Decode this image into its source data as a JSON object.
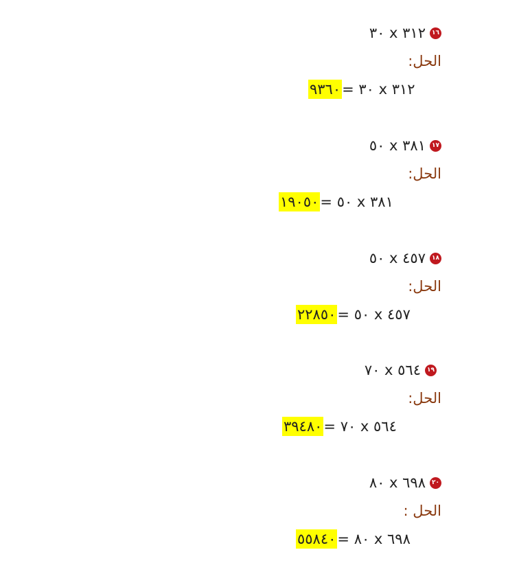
{
  "problems": [
    {
      "number": "١٦",
      "question": "٣٠ x ٣١٢",
      "solution_label": "الحل:",
      "answer": "٩٣٦٠",
      "answer_rest": "=  ٣٠ x ٣١٢"
    },
    {
      "number": "١٧",
      "question": "٥٠ x ٣٨١",
      "solution_label": "الحل:",
      "answer": "١٩٠٥٠",
      "answer_rest": " =  ٥٠  x ٣٨١"
    },
    {
      "number": "١٨",
      "question": "٥٠ x  ٤٥٧",
      "solution_label": "الحل:",
      "answer": "٢٢٨٥٠",
      "answer_rest": " = ٥٠ x ٤٥٧"
    },
    {
      "number": "١٩",
      "question": "٧٠ x ٥٦٤",
      "solution_label": "الحل:",
      "answer": "٣٩٤٨٠",
      "answer_rest": " =  ٧٠ x ٥٦٤"
    },
    {
      "number": "٢٠",
      "question": "٨٠ x ٦٩٨",
      "solution_label": "الحل :",
      "answer": "٥٥٨٤٠",
      "answer_rest": " = ٨٠ x ٦٩٨"
    }
  ]
}
